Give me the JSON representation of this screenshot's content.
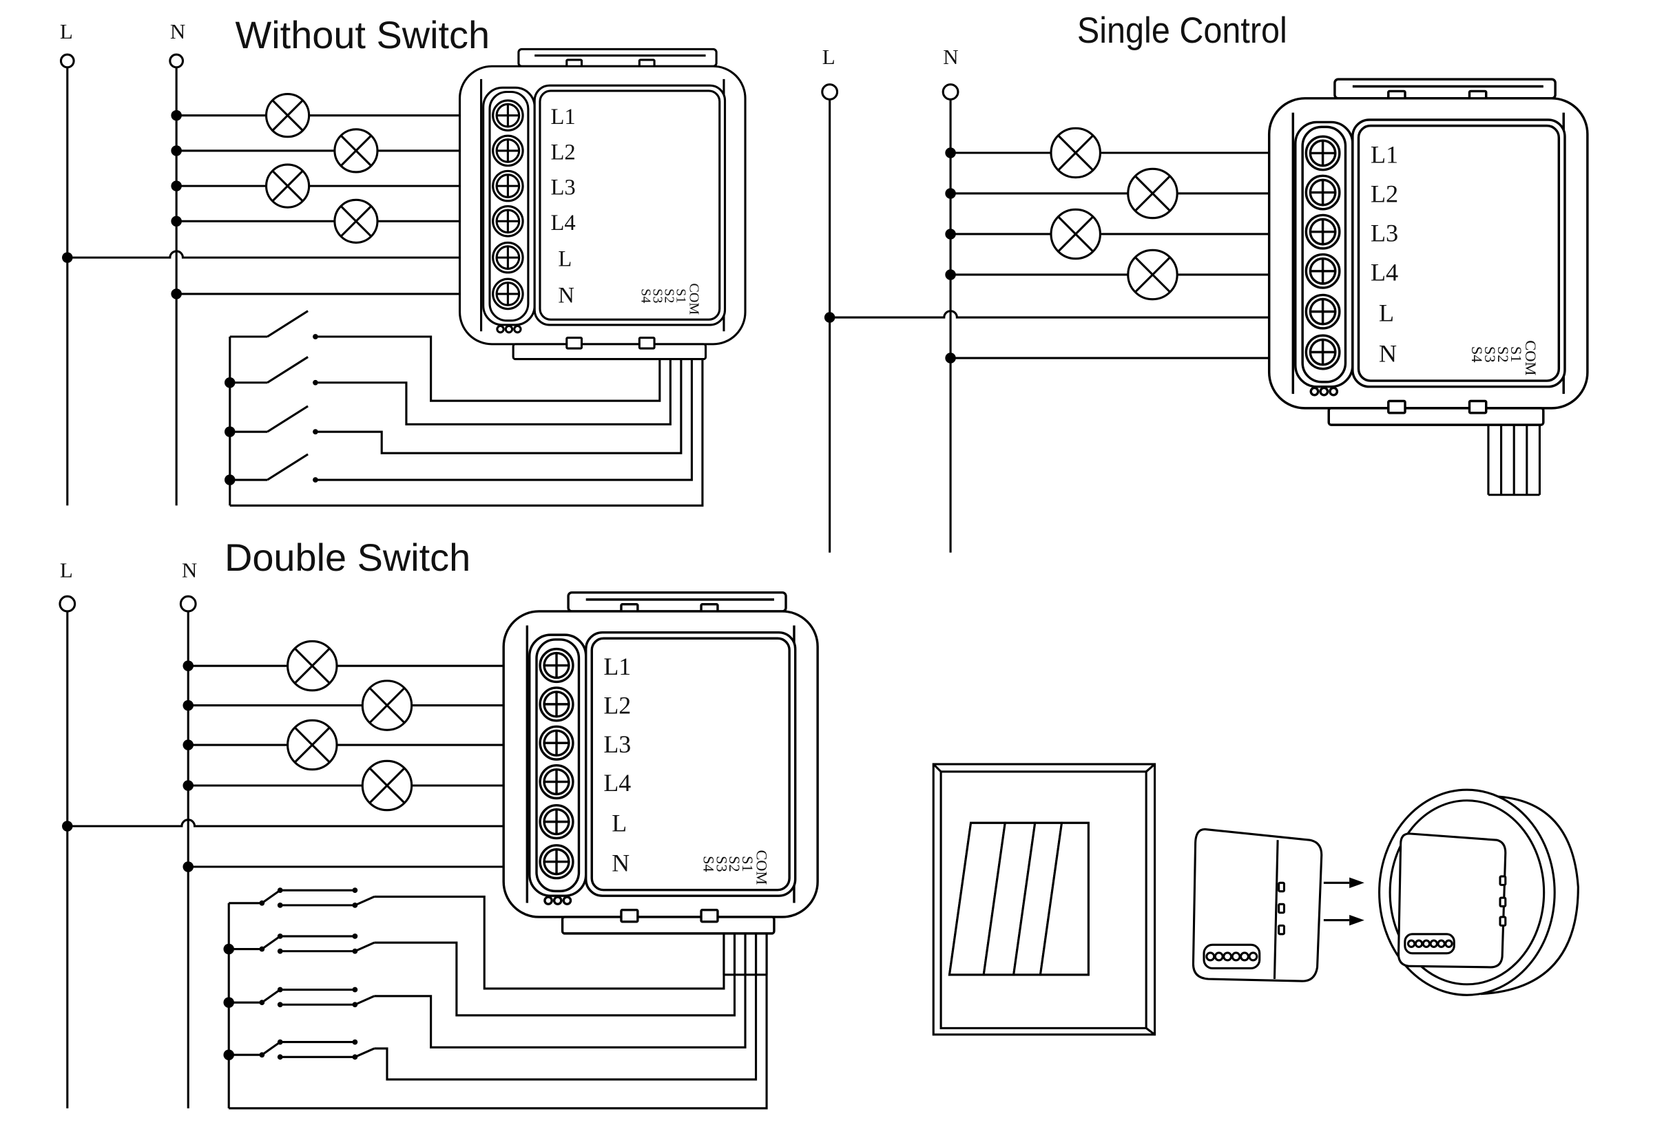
{
  "colors": {
    "line": "#000000",
    "background": "#ffffff"
  },
  "diagrams": {
    "without_switch": {
      "title": "Without Switch",
      "live": "L",
      "neutral": "N"
    },
    "single_control": {
      "title": "Single Control",
      "live": "L",
      "neutral": "N"
    },
    "double_switch": {
      "title": "Double Switch",
      "live": "L",
      "neutral": "N"
    }
  },
  "module": {
    "terminals": [
      "L1",
      "L2",
      "L3",
      "L4",
      "L",
      "N"
    ],
    "switch_inputs": [
      "S4",
      "S3",
      "S2",
      "S1",
      "COM"
    ]
  },
  "icons": [
    "lamp-icon",
    "screw-terminal-icon",
    "switch-contact-icon",
    "wall-switch-illustration",
    "module-illustration",
    "wall-box-illustration",
    "arrow-icon"
  ]
}
